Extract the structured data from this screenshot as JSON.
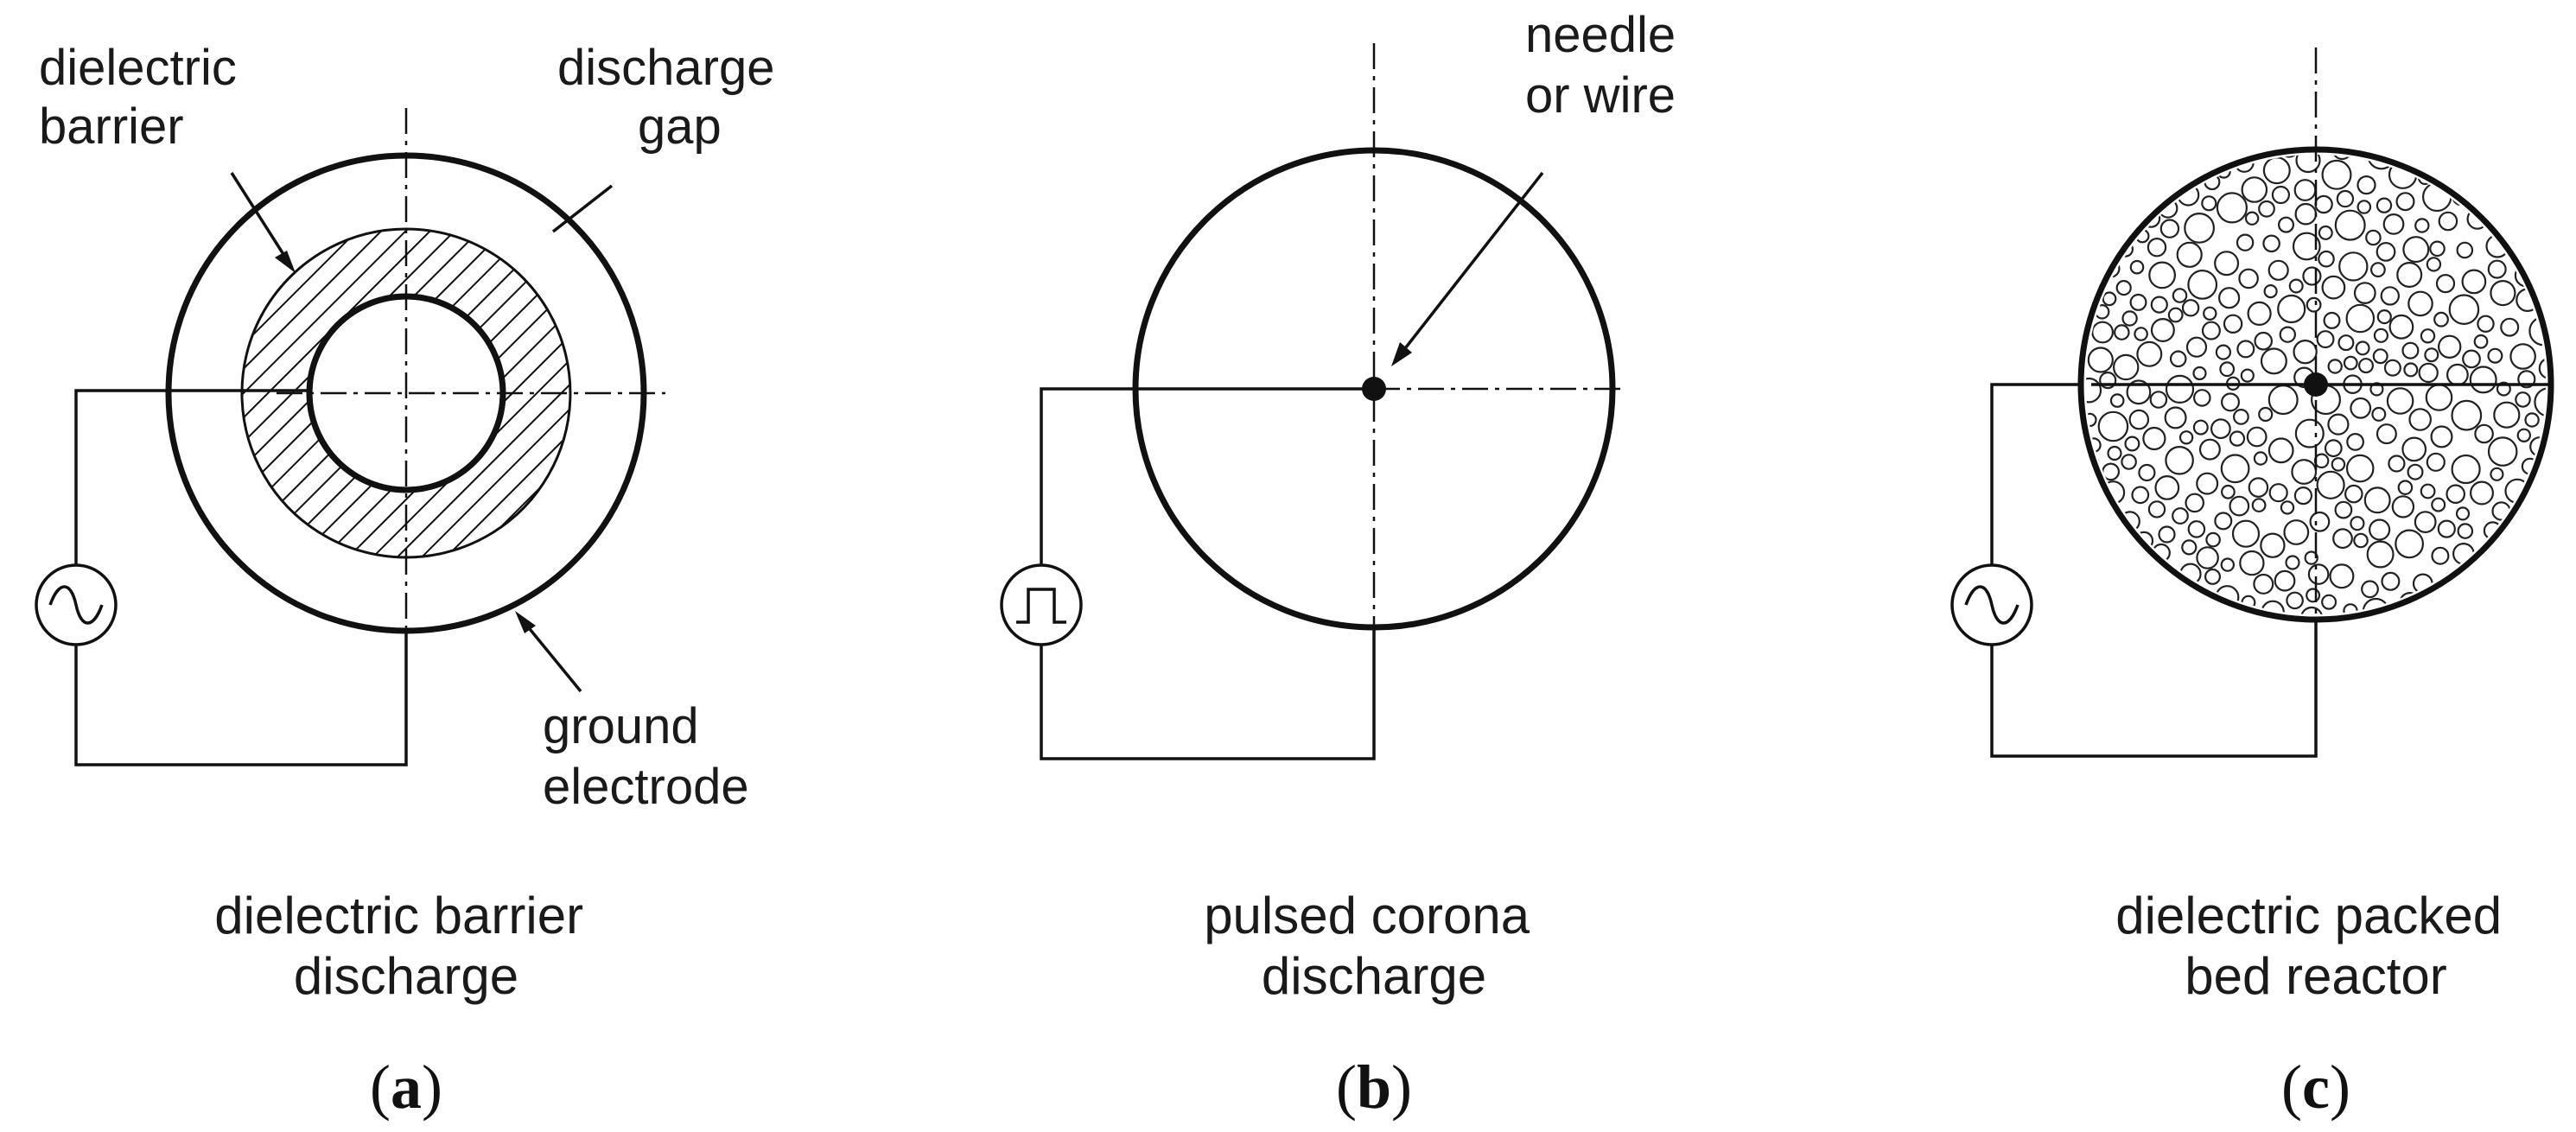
{
  "panels": {
    "a": {
      "label_dielectric_barrier": [
        "dielectric",
        "barrier"
      ],
      "label_discharge_gap": [
        "discharge",
        "gap"
      ],
      "label_ground_electrode": [
        "ground",
        "electrode"
      ],
      "caption": [
        "dielectric barrier",
        "discharge"
      ],
      "subfig_letter": "a",
      "source_symbol": "sine-wave-source-icon"
    },
    "b": {
      "label_needle": [
        "needle",
        "or wire"
      ],
      "caption": [
        "pulsed corona",
        "discharge"
      ],
      "subfig_letter": "b",
      "source_symbol": "pulse-source-icon"
    },
    "c": {
      "caption": [
        "dielectric packed",
        "bed reactor"
      ],
      "subfig_letter": "c",
      "source_symbol": "sine-wave-source-icon"
    }
  },
  "colors": {
    "ink": "#111111",
    "background": "#ffffff"
  }
}
